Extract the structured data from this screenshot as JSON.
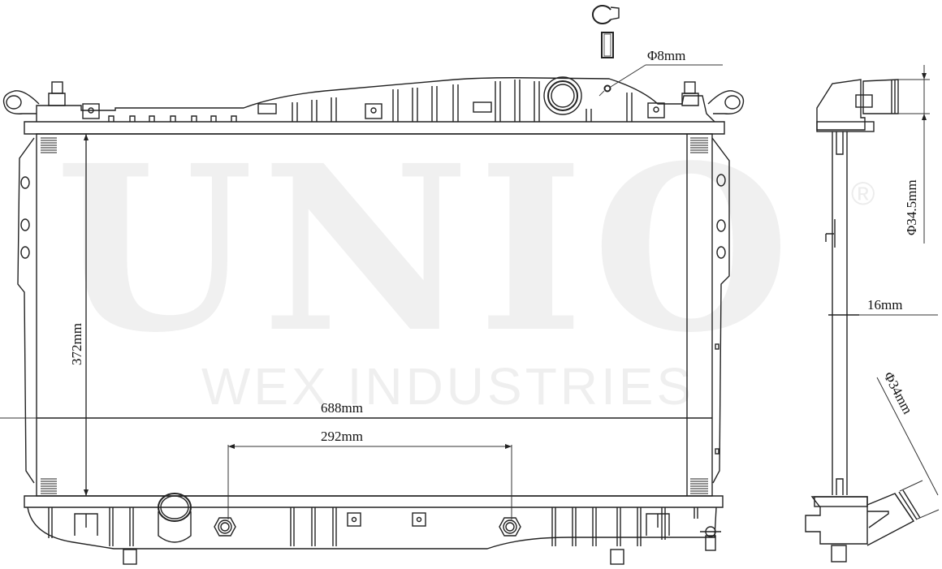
{
  "watermark": {
    "brand": "UNIO",
    "registered_mark": "®",
    "company": "WEX INDUSTRIES"
  },
  "drawing": {
    "subject": "radiator",
    "views": [
      "front-view",
      "side-view"
    ],
    "dimensions": {
      "outlet_small_diameter": "Φ8mm",
      "core_height": "372mm",
      "core_width": "688mm",
      "bottom_fitting_spacing": "292mm",
      "upper_pipe_diameter": "Φ34.5mm",
      "core_thickness": "16mm",
      "lower_pipe_diameter": "Φ34mm"
    },
    "accessories": [
      "hose-clamp",
      "rubber-sleeve"
    ]
  }
}
